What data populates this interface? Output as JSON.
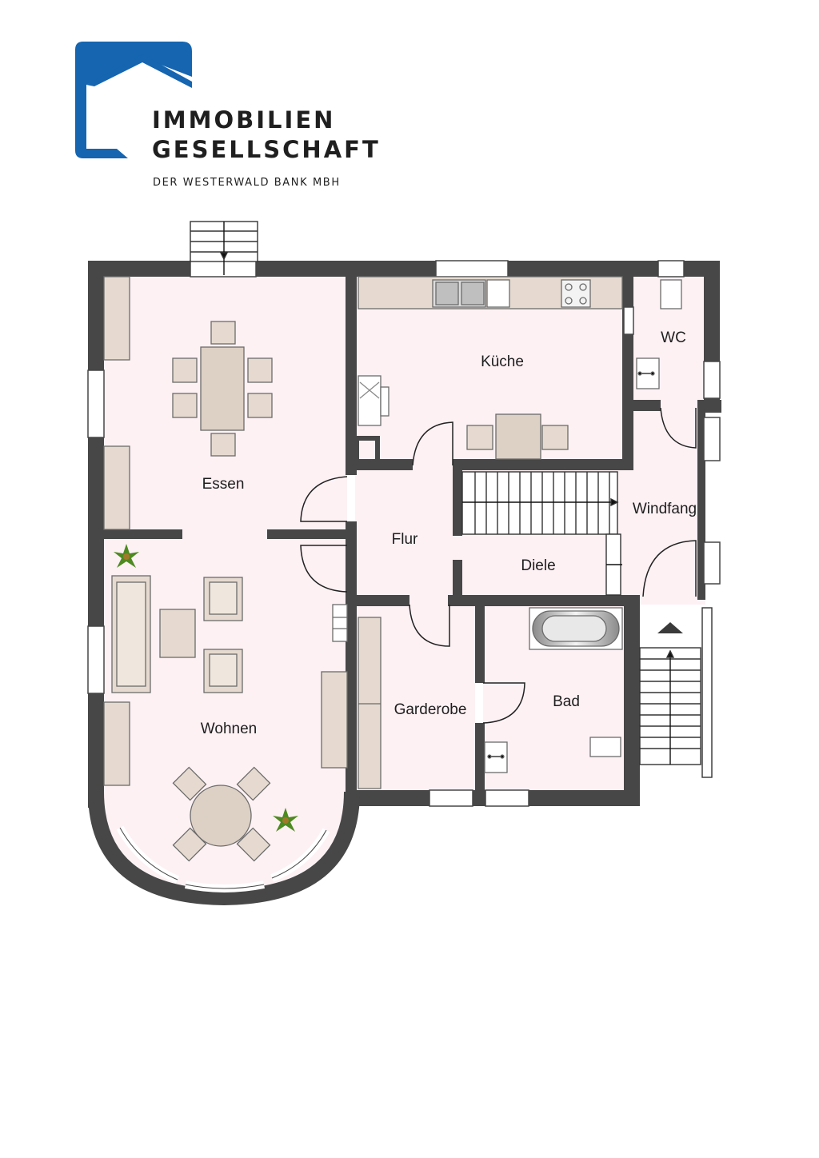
{
  "logo": {
    "line1": "IMMOBILIEN",
    "line2": "GESELLSCHAFT",
    "line3": "DER WESTERWALD BANK MBH",
    "brand_color": "#1565b0"
  },
  "rooms": {
    "essen": "Essen",
    "kueche": "Küche",
    "wc": "WC",
    "windfang": "Windfang",
    "flur": "Flur",
    "diele": "Diele",
    "wohnen": "Wohnen",
    "garderobe": "Garderobe",
    "bad": "Bad"
  },
  "colors": {
    "wall": "#474747",
    "floor": "#fdf1f4",
    "furniture": "#e6dad0",
    "furniture_stroke": "#6b6b6b",
    "window": "#ffffff",
    "plant": "#4d8a1f"
  }
}
